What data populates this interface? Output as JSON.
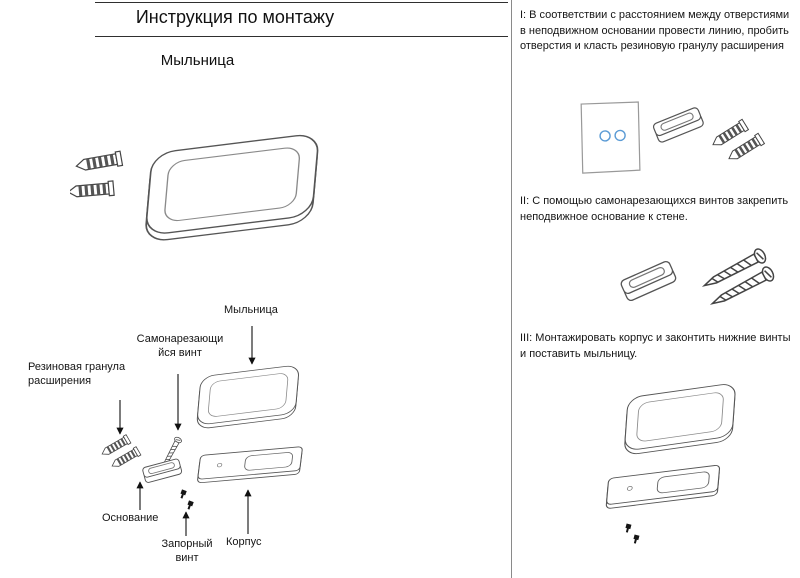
{
  "header": {
    "title": "Инструкция по монтажу",
    "subtitle": "Мыльница"
  },
  "exploded_labels": {
    "soap_dish": "Мыльница",
    "self_tapping_screw": "Самонарезающи йся винт",
    "rubber_granule": "Резиновая гранула расширения",
    "base": "Основание",
    "locking_screw": "Запорный винт",
    "body": "Корпус"
  },
  "steps": {
    "step1": "I: В соответствии с расстоянием между отверстиями в неподвижном основании провести линию, пробить отверстия и класть резиновую гранулу расширения",
    "step2": "II: С помощью самонарезающихся винтов закрепить неподвижное основание к стене.",
    "step3": "III: Монтажировать корпус и законтить нижние винты и поставить мыльницу."
  },
  "colors": {
    "line_art": "#555555",
    "hole_accent": "#5b9bd5",
    "divider": "#8a8a8a",
    "text": "#151515"
  }
}
